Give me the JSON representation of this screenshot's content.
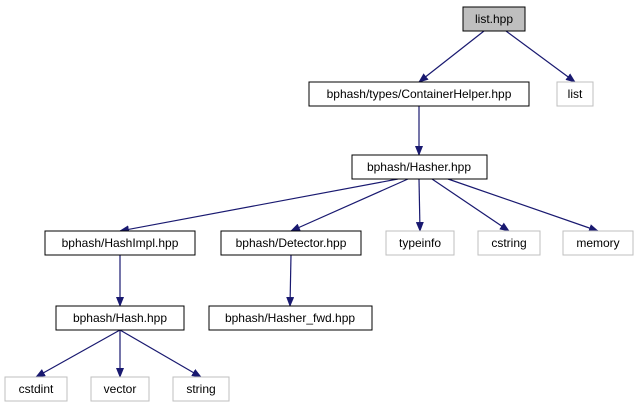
{
  "colors": {
    "edge": "#191970",
    "node_border": "#000000",
    "external_border": "#bfbfbf",
    "root_fill": "#bfbfbf",
    "node_fill": "#ffffff"
  },
  "nodes": {
    "list_hpp": "list.hpp",
    "container_helper": "bphash/types/ContainerHelper.hpp",
    "list": "list",
    "hasher": "bphash/Hasher.hpp",
    "hash_impl": "bphash/HashImpl.hpp",
    "detector": "bphash/Detector.hpp",
    "typeinfo": "typeinfo",
    "cstring": "cstring",
    "memory": "memory",
    "hash": "bphash/Hash.hpp",
    "hasher_fwd": "bphash/Hasher_fwd.hpp",
    "cstdint": "cstdint",
    "vector": "vector",
    "string": "string"
  },
  "edges": [
    [
      "list_hpp",
      "container_helper"
    ],
    [
      "list_hpp",
      "list"
    ],
    [
      "container_helper",
      "hasher"
    ],
    [
      "hasher",
      "hash_impl"
    ],
    [
      "hasher",
      "detector"
    ],
    [
      "hasher",
      "typeinfo"
    ],
    [
      "hasher",
      "cstring"
    ],
    [
      "hasher",
      "memory"
    ],
    [
      "hash_impl",
      "hash"
    ],
    [
      "detector",
      "hasher_fwd"
    ],
    [
      "hash",
      "cstdint"
    ],
    [
      "hash",
      "vector"
    ],
    [
      "hash",
      "string"
    ]
  ]
}
